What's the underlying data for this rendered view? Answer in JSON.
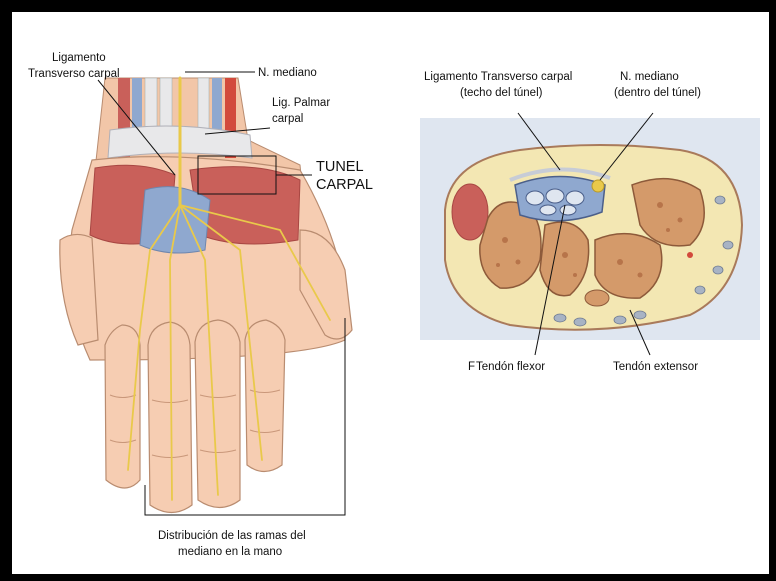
{
  "labels": {
    "lig_transverso_l1": "Ligamento",
    "lig_transverso_l2": "Transverso carpal",
    "n_mediano": "N. mediano",
    "lig_palmar_l1": "Lig. Palmar",
    "lig_palmar_l2": "carpal",
    "tunel_l1": "TUNEL",
    "tunel_l2": "CARPAL",
    "distribucion_l1": "Distribución de las ramas del",
    "distribucion_l2": "mediano en la mano",
    "cs_lig_l1": "Ligamento Transverso carpal",
    "cs_lig_l2": "(techo del túnel)",
    "cs_nerve_l1": "N. mediano",
    "cs_nerve_l2": "(dentro del túnel)",
    "flexor_prefix": "F",
    "flexor": "Tendón flexor",
    "extensor": "Tendón extensor"
  },
  "colors": {
    "frame": "#000000",
    "skin": "#f6cdb2",
    "skin_outline": "#b98c70",
    "muscle": "#c9605a",
    "muscle_dark": "#a84743",
    "nerve": "#e9c94a",
    "ligament": "#e8e8ea",
    "vessel_blue": "#8fa8cf",
    "vessel_red": "#d24a3c",
    "bone": "#d49a6a",
    "bone_spots": "#b7744a",
    "cs_bg": "#dfe6f0",
    "fat": "#f3e7b3"
  }
}
